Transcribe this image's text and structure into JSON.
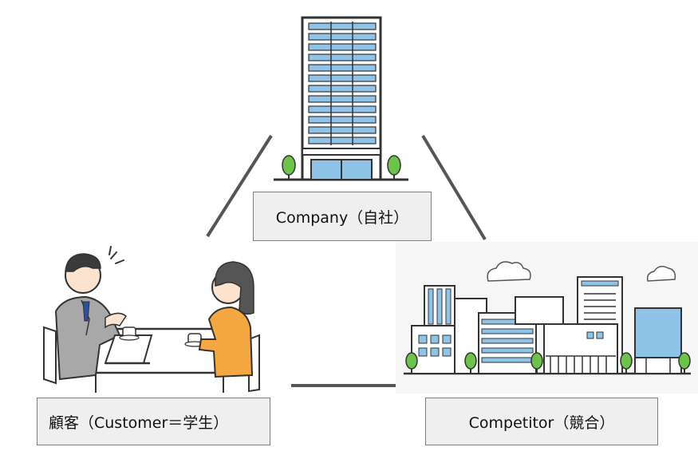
{
  "diagram": {
    "title": "",
    "nodes": {
      "company": {
        "label": "Company（自社）"
      },
      "customer": {
        "label": "顧客（Customer＝学生）"
      },
      "competitor": {
        "label": "Competitor（競合）"
      }
    }
  },
  "colors": {
    "connector": "#555555",
    "building_glass": "#8fc3e8",
    "tree": "#6cc24a",
    "box_fill": "#efefef",
    "box_border": "#7f7f7f"
  }
}
